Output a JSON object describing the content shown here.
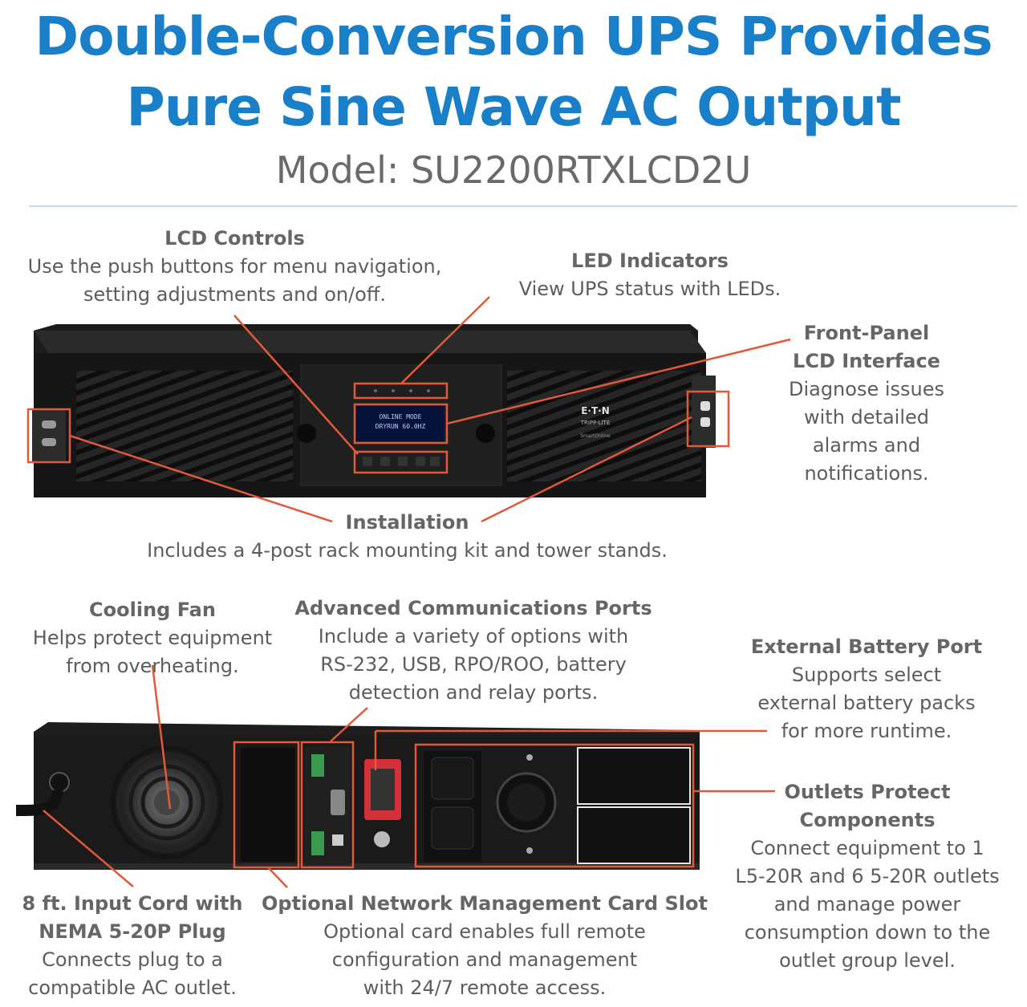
{
  "header": {
    "title_line1": "Double-Conversion UPS Provides",
    "title_line2": "Pure Sine Wave AC Output",
    "model": "Model: SU2200RTXLCD2U"
  },
  "colors": {
    "title_blue": "#1a7fc9",
    "callout_red": "#e05a3a",
    "text_gray": "#5d5d5d",
    "device_black": "#1d1d1d"
  },
  "device_front": {
    "brand": "E·T·N",
    "sub_brand": "TRIPP·LITE",
    "series": "SmartOnline",
    "lcd_line1": "ONLINE MODE",
    "lcd_line2": "DRYRUN 60.0HZ"
  },
  "callouts": {
    "lcd_controls": {
      "heading": "LCD Controls",
      "body": "Use the push buttons for menu navigation,\nsetting adjustments and on/off."
    },
    "led_indicators": {
      "heading": "LED Indicators",
      "body": "View UPS status with LEDs."
    },
    "front_panel": {
      "heading": "Front-Panel\nLCD Interface",
      "body": "Diagnose issues\nwith detailed\nalarms and\nnotifications."
    },
    "installation": {
      "heading": "Installation",
      "body": "Includes a 4-post rack mounting kit and tower stands."
    },
    "cooling_fan": {
      "heading": "Cooling Fan",
      "body": "Helps protect equipment\nfrom overheating."
    },
    "comm_ports": {
      "heading": "Advanced Communications Ports",
      "body": "Include a variety of options with\nRS-232, USB, RPO/ROO, battery\ndetection and relay ports."
    },
    "battery_port": {
      "heading": "External Battery Port",
      "body": "Supports select\nexternal battery packs\nfor more runtime."
    },
    "outlets": {
      "heading": "Outlets Protect\nComponents",
      "body": "Connect equipment to 1\nL5-20R and 6 5-20R outlets\nand manage power\nconsumption down to the\noutlet group level."
    },
    "input_cord": {
      "heading": "8 ft. Input Cord with\nNEMA 5-20P Plug",
      "body": "Connects plug to a\ncompatible AC outlet."
    },
    "nmc_slot": {
      "heading": "Optional Network Management Card Slot",
      "body": "Optional card enables full remote\nconfiguration and management\nwith 24/7 remote access."
    }
  }
}
